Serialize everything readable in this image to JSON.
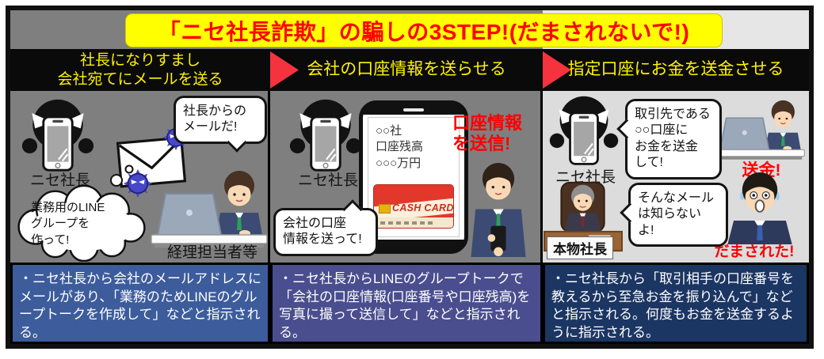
{
  "title": {
    "text": "「ニセ社長詐欺」の騙しの3STEP!(だまされないで!)"
  },
  "steps": [
    {
      "header": "社長になりすまし\n会社宛てにメールを送る",
      "fake_president_label": "ニセ社長",
      "victim_label": "経理担当者等",
      "speech_bubble": "社長からの\nメールだ!",
      "thought_bubble": "業務用のLINE\nグループを\n作って!",
      "description": "・ニセ社長から会社のメールアドレスにメールがあり、「業務のためLINEのグループトークを作成して」などと指示される。"
    },
    {
      "header": "会社の口座情報を送らせる",
      "fake_president_label": "ニセ社長",
      "speech_bubble": "会社の口座\n情報を送って!",
      "phone_screen": "○○社\n口座残高\n○○○万円",
      "card_label": "CASH CARD",
      "alert": "口座情報\nを送信!",
      "description": "・ニセ社長からLINEのグループトークで「会社の口座情報(口座番号や口座残高)を写真に撮って送信して」などと指示される。"
    },
    {
      "header": "指定口座にお金を送金させる",
      "fake_president_label": "ニセ社長",
      "real_president_label": "本物社長",
      "fake_speech_bubble": "取引先である\n○○口座に\nお金を送金\nして!",
      "real_speech_bubble": "そんなメール\nは知らない\nよ!",
      "action_text": "送金!",
      "result_text": "だまされた!",
      "description": "・ニセ社長から「取引相手の口座番号を教えるから至急お金を振り込んで」などと指示される。何度もお金を送金するように指示される。"
    }
  ],
  "colors": {
    "title_bg": "#ffff00",
    "title_text": "#ff0000",
    "header_bg": "#0a0a0a",
    "header_text": "#fff200",
    "arrow_red": "#f5333f",
    "accent_red": "#ff0000",
    "step1_desc_bg": "#3d5c9c",
    "step2_desc_bg": "#4a4e8e",
    "step3_desc_bg": "#1c3663"
  }
}
